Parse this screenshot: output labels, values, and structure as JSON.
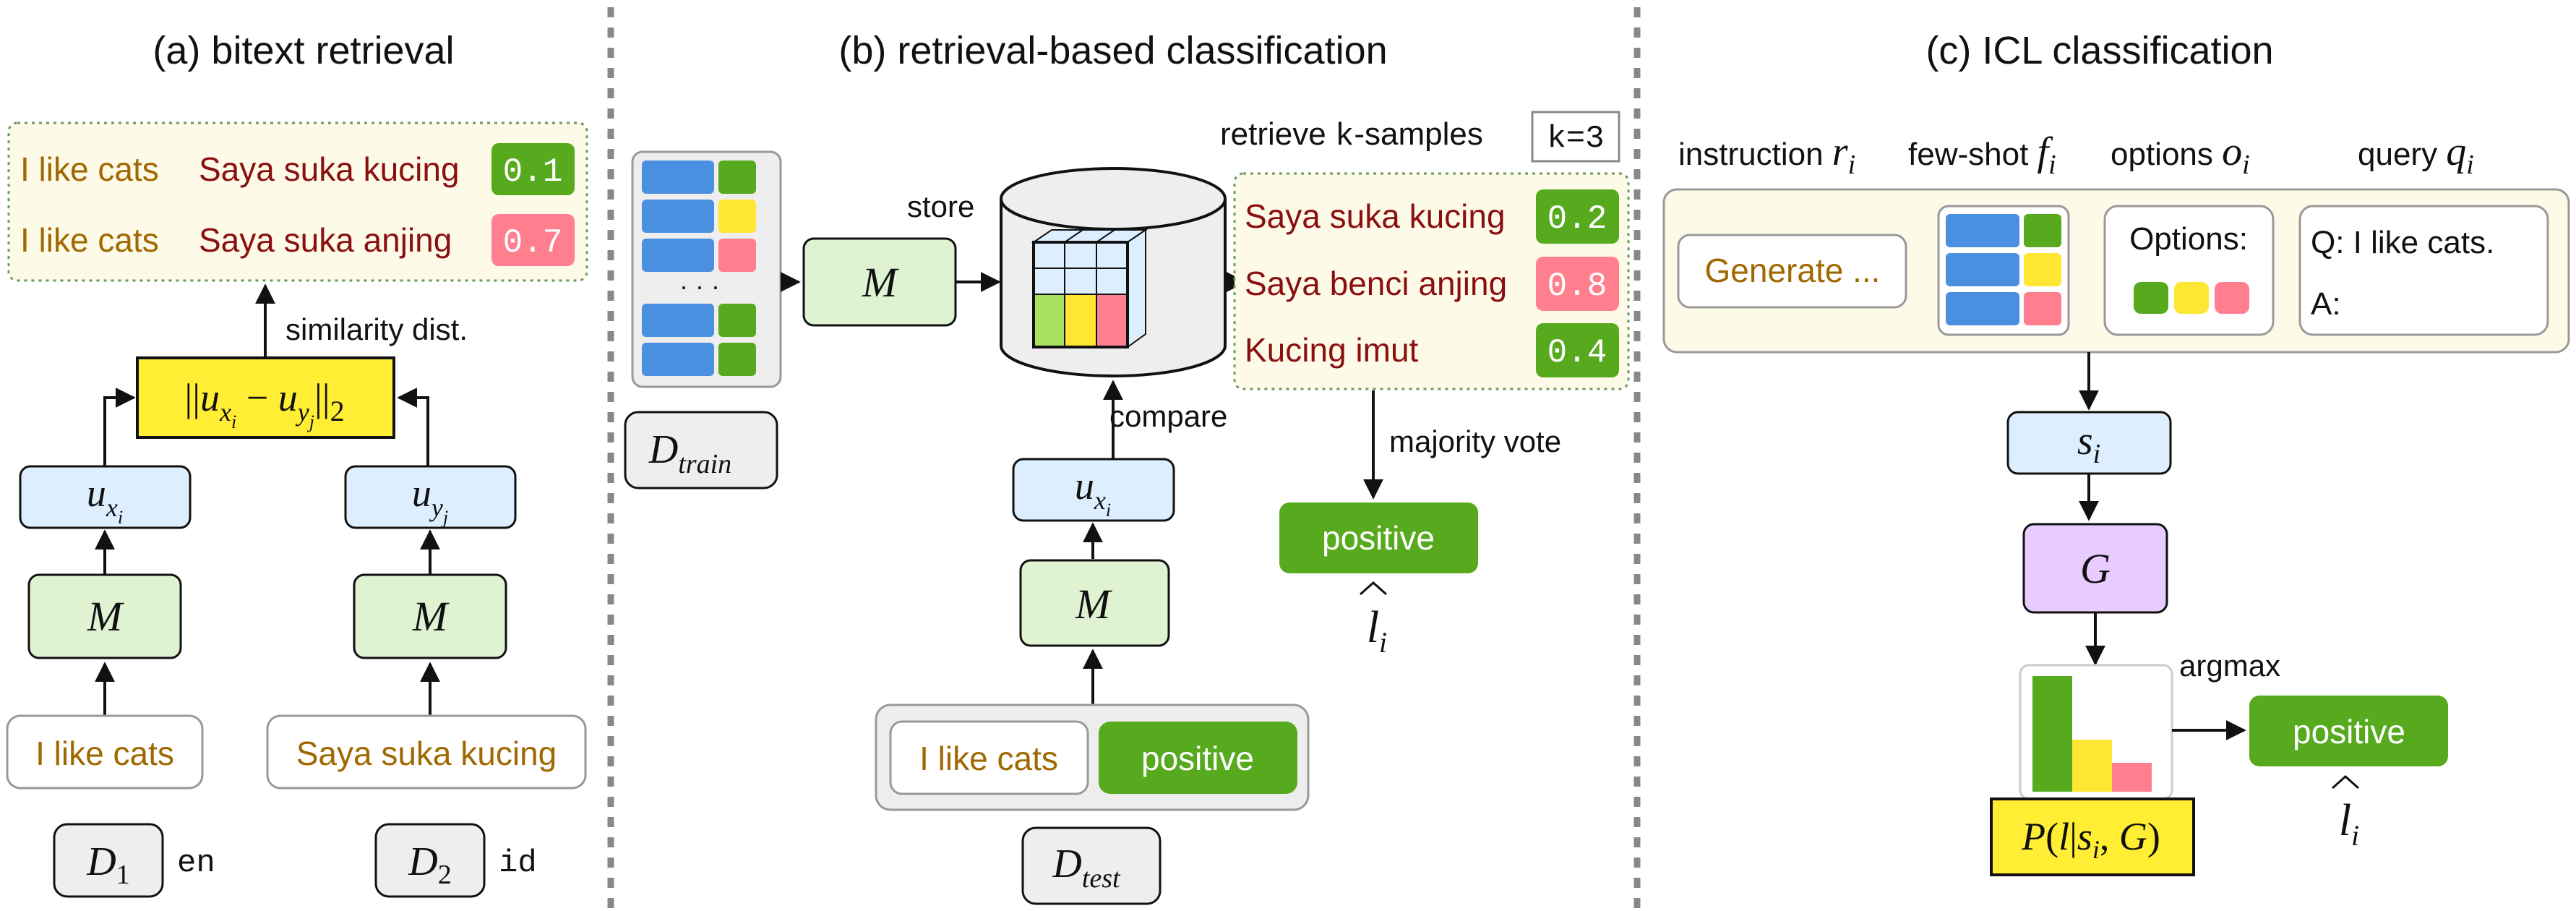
{
  "colors": {
    "green_box": "#dff3d3",
    "blue_box": "#ddeeff",
    "purple_box": "#e8ccff",
    "yellow_box": "#ffee33",
    "beige_panel": "#fdfae8",
    "label_green": "#57aa1d",
    "label_pink": "#ff7f8f",
    "label_yellow": "#ffe633",
    "block_blue": "#4a8fe0",
    "text_brown": "#a06800",
    "text_darkred": "#8a1010",
    "grey_box": "#eeeeee"
  },
  "panel_a": {
    "title": "(a) bitext retrieval",
    "rows": [
      {
        "en": "I like cats",
        "id": "Saya suka kucing",
        "score": "0.1",
        "score_color": "green"
      },
      {
        "en": "I like cats",
        "id": "Saya suka anjing",
        "score": "0.7",
        "score_color": "pink"
      }
    ],
    "similarity_label": "similarity dist.",
    "norm": {
      "open": "||",
      "u": "u",
      "x": "x",
      "i": "i",
      "minus": " − ",
      "y": "y",
      "j": "j",
      "close": "||",
      "sub": "2"
    },
    "left_u": {
      "u": "u",
      "x": "x",
      "i": "i"
    },
    "right_u": {
      "u": "u",
      "y": "y",
      "j": "j"
    },
    "model_left": "M",
    "model_right": "M",
    "input_left": "I like cats",
    "input_right": "Saya suka kucing",
    "dataset_left": {
      "d": "D",
      "sub": "1",
      "lang": "en"
    },
    "dataset_right": {
      "d": "D",
      "sub": "2",
      "lang": "id"
    }
  },
  "panel_b": {
    "title": "(b) retrieval-based classification",
    "train_dataset": {
      "d": "D",
      "sub": "train"
    },
    "ellipsis": "· · ·",
    "model_top": "M",
    "store_label": "store",
    "retrieve_label_a": "retrieve ",
    "retrieve_label_k": "k",
    "retrieve_label_b": "-samples",
    "k_badge": "k=3",
    "retrieved": [
      {
        "text": "Saya suka kucing",
        "score": "0.2",
        "score_color": "green"
      },
      {
        "text": "Saya benci anjing",
        "score": "0.8",
        "score_color": "pink"
      },
      {
        "text": "Kucing imut",
        "score": "0.4",
        "score_color": "green"
      }
    ],
    "compare_label": "compare",
    "majority_label": "majority vote",
    "output_label": "positive",
    "l_hat": {
      "l": "l",
      "i": "i",
      "hat": "^"
    },
    "query_u": {
      "u": "u",
      "x": "x",
      "i": "i"
    },
    "model_bottom": "M",
    "test_input": "I like cats",
    "test_label": "positive",
    "test_dataset": {
      "d": "D",
      "sub": "test"
    }
  },
  "panel_c": {
    "title": "(c) ICL classification",
    "instruction": {
      "label": "instruction ",
      "var": "r",
      "sub": "i"
    },
    "fewshot": {
      "label": "few-shot ",
      "var": "f",
      "sub": "i"
    },
    "options": {
      "label": "options ",
      "var": "o",
      "sub": "i"
    },
    "query": {
      "label": "query ",
      "var": "q",
      "sub": "i"
    },
    "generate_text": "Generate ...",
    "options_title": "Options:",
    "query_q": "Q: I like cats.",
    "query_a": "A:",
    "s_box": {
      "s": "s",
      "i": "i"
    },
    "g_box": "G",
    "argmax_label": "argmax",
    "output_label": "positive",
    "l_hat": {
      "l": "l",
      "i": "i",
      "hat": "^"
    },
    "bars": [
      {
        "color": "green",
        "value": 1.0
      },
      {
        "color": "yellow",
        "value": 0.45
      },
      {
        "color": "pink",
        "value": 0.25
      }
    ],
    "prob": {
      "p": "P",
      "open": "(",
      "l": "l",
      "bar": "|",
      "s": "s",
      "i": "i",
      "comma": ", ",
      "g": "G",
      "close": ")"
    }
  }
}
